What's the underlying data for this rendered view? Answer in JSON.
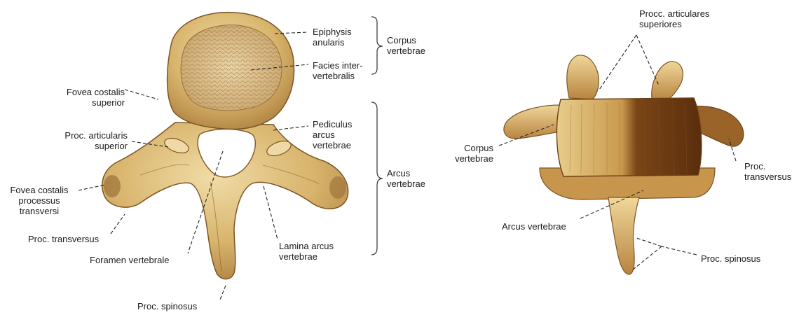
{
  "superior_view": {
    "labels": {
      "epiphysis_anularis": "Epiphysis\nanularis",
      "facies_intervertebralis": "Facies inter-\nvertebralis",
      "corpus_vertebrae": "Corpus\nvertebrae",
      "fovea_costalis_superior": "Fovea costalis\nsuperior",
      "pediculus_arcus_vertebrae": "Pediculus\narcus\nvertebrae",
      "proc_articularis_superior": "Proc. articularis\nsuperior",
      "arcus_vertebrae": "Arcus\nvertebrae",
      "fovea_costalis_processus_transversi": "Fovea costalis\nprocessus\ntransversi",
      "proc_transversus": "Proc. transversus",
      "lamina_arcus_vertebrae": "Lamina arcus\nvertebrae",
      "foramen_vertebrale": "Foramen vertebrale",
      "proc_spinosus": "Proc. spinosus"
    }
  },
  "anterior_view": {
    "labels": {
      "procc_articulares_superiores": "Procc. articulares\nsuperiores",
      "corpus_vertebrae": "Corpus\nvertebrae",
      "proc_transversus": "Proc.\ntransversus",
      "arcus_vertebrae": "Arcus vertebrae",
      "proc_spinosus": "Proc. spinosus"
    }
  },
  "colors": {
    "bone": "#d4b06a",
    "bone_light": "#ecd39a",
    "bone_shadow": "#8a5a22",
    "body_dark": "#6e3e14"
  }
}
